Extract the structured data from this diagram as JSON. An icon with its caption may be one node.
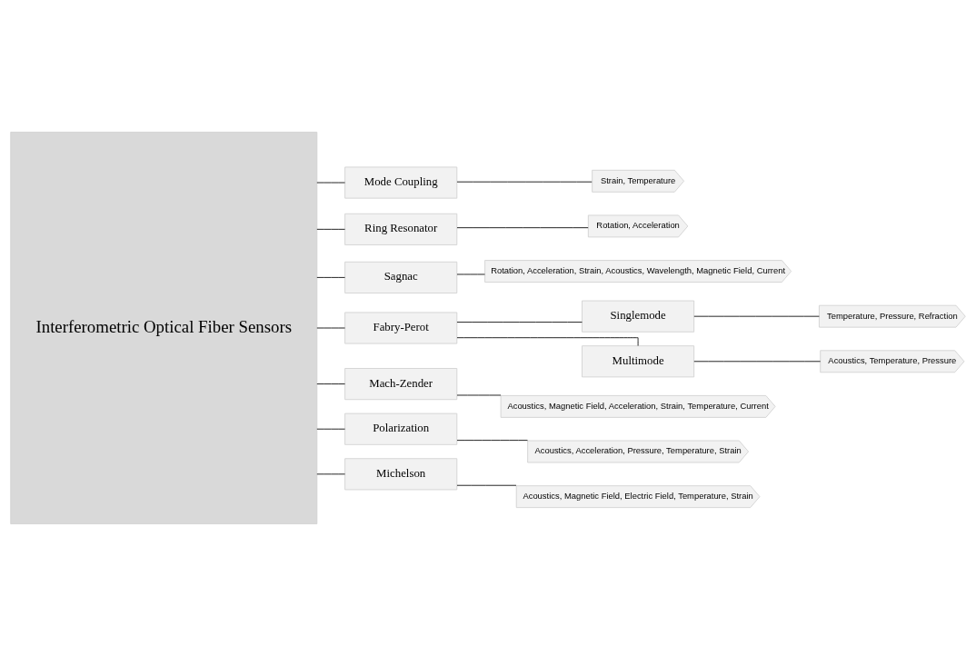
{
  "diagram": {
    "nodes": [
      {
        "text": [
          "Interferometric Optical Fiber Sensors"
        ]
      },
      {
        "text": [
          "Mode Coupling"
        ]
      },
      {
        "text": [
          "Strain, Temperature"
        ]
      },
      {
        "text": [
          "Ring Resonator"
        ]
      },
      {
        "text": [
          "Rotation, Acceleration"
        ]
      },
      {
        "text": [
          "Sagnac"
        ]
      },
      {
        "text": [
          "Rotation, Acceleration, Strain, Acoustics, Wavelength, Magnetic Field, Current"
        ]
      },
      {
        "text": [
          "Fabry-Perot"
        ]
      },
      {
        "text": [
          "Singlemode"
        ]
      },
      {
        "text": [
          "Temperature, Pressure, Refraction"
        ]
      },
      {
        "text": [
          "Multimode"
        ]
      },
      {
        "text": [
          "Acoustics, Temperature, Pressure"
        ]
      },
      {
        "text": [
          "Mach-Zender"
        ]
      },
      {
        "text": [
          "Acoustics, Magnetic Field, Acceleration, Strain, Temperature, Current"
        ]
      },
      {
        "text": [
          "Polarization"
        ]
      },
      {
        "text": [
          "Acoustics, Acceleration, Pressure, Temperature, Strain"
        ]
      },
      {
        "text": [
          "Michelson"
        ]
      },
      {
        "text": [
          "Acoustics, Magnetic Field, Electric Field, Temperature, Strain"
        ]
      }
    ],
    "edges": [
      {
        "from": 0,
        "to": 1,
        "arrow": "none"
      },
      {
        "from": 0,
        "to": 3,
        "arrow": "none"
      },
      {
        "from": 0,
        "to": 5,
        "arrow": "none"
      },
      {
        "from": 0,
        "to": 7,
        "arrow": "none"
      },
      {
        "from": 0,
        "to": 12,
        "arrow": "none"
      },
      {
        "from": 0,
        "to": 14,
        "arrow": "none"
      },
      {
        "from": 0,
        "to": 16,
        "arrow": "none"
      },
      {
        "from": 1,
        "to": 2,
        "arrow": "none"
      },
      {
        "from": 3,
        "to": 4,
        "arrow": "none"
      },
      {
        "from": 5,
        "to": 6,
        "arrow": "none"
      },
      {
        "from": 7,
        "to": 8,
        "arrow": "none"
      },
      {
        "from": 7,
        "to": 10,
        "arrow": "none"
      },
      {
        "from": 8,
        "to": 9,
        "arrow": "none"
      },
      {
        "from": 10,
        "to": 11,
        "arrow": "none"
      },
      {
        "from": 12,
        "to": 13,
        "arrow": "none"
      },
      {
        "from": 14,
        "to": 15,
        "arrow": "none"
      },
      {
        "from": 16,
        "to": 17,
        "arrow": "none"
      }
    ]
  }
}
